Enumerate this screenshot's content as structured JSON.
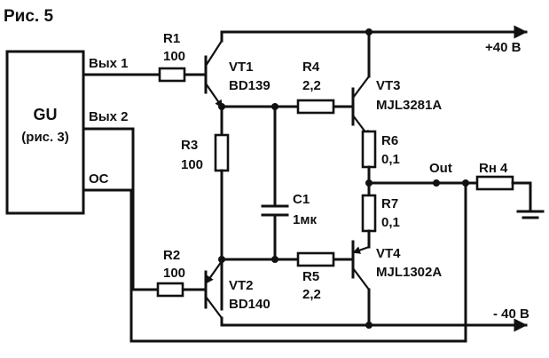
{
  "figure": {
    "title": "Рис. 5"
  },
  "block": {
    "name": "GU",
    "ref": "(рис. 3)",
    "out1": "Вых 1",
    "out2": "Вых 2",
    "fb": "ОС"
  },
  "resistors": {
    "r1": {
      "name": "R1",
      "value": "100"
    },
    "r2": {
      "name": "R2",
      "value": "100"
    },
    "r3": {
      "name": "R3",
      "value": "100"
    },
    "r4": {
      "name": "R4",
      "value": "2,2"
    },
    "r5": {
      "name": "R5",
      "value": "2,2"
    },
    "r6": {
      "name": "R6",
      "value": "0,1"
    },
    "r7": {
      "name": "R7",
      "value": "0,1"
    },
    "rl": {
      "name": "Rн 4"
    }
  },
  "capacitor": {
    "name": "C1",
    "value": "1мк"
  },
  "transistors": {
    "vt1": {
      "name": "VT1",
      "model": "BD139"
    },
    "vt2": {
      "name": "VT2",
      "model": "BD140"
    },
    "vt3": {
      "name": "VT3",
      "model": "MJL3281A"
    },
    "vt4": {
      "name": "VT4",
      "model": "MJL1302A"
    }
  },
  "rails": {
    "pos": "+40 В",
    "neg": "- 40 В"
  },
  "output": "Out"
}
